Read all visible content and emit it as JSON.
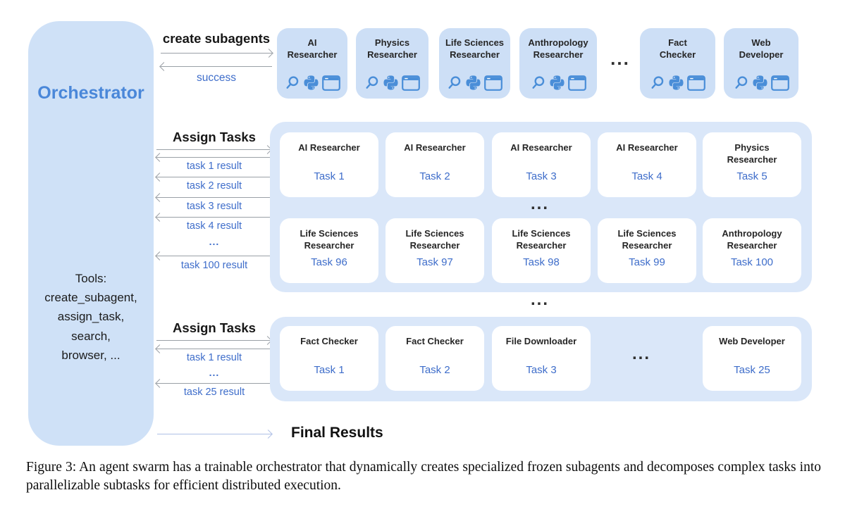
{
  "orchestrator": {
    "title": "Orchestrator",
    "tools": "Tools:\ncreate_subagent,\nassign_task,\nsearch,\nbrowser, ..."
  },
  "create_flow": {
    "request": "create subagents",
    "response": "success"
  },
  "top": {
    "cards": [
      {
        "name": "AI\nResearcher"
      },
      {
        "name": "Physics\nResearcher"
      },
      {
        "name": "Life Sciences\nResearcher"
      },
      {
        "name": "Anthropology\nResearcher"
      },
      {
        "name": "Fact\nChecker"
      },
      {
        "name": "Web\nDeveloper"
      }
    ],
    "tool_icons": [
      "search-icon",
      "python-icon",
      "browser-window-icon"
    ],
    "ellipsis": "..."
  },
  "flow2": {
    "label": "Assign Tasks",
    "results": [
      "task 1 result",
      "task 2 result",
      "task 3 result",
      "task 4 result"
    ],
    "ellipsis": "...",
    "final_result": "task 100 result"
  },
  "batch1": {
    "row1": [
      {
        "title": "AI Researcher",
        "task": "Task 1"
      },
      {
        "title": "AI Researcher",
        "task": "Task 2"
      },
      {
        "title": "AI Researcher",
        "task": "Task 3"
      },
      {
        "title": "AI Researcher",
        "task": "Task 4"
      },
      {
        "title": "Physics\nResearcher",
        "task": "Task 5"
      }
    ],
    "ellipsis": "...",
    "row2": [
      {
        "title": "Life Sciences\nResearcher",
        "task": "Task 96"
      },
      {
        "title": "Life Sciences\nResearcher",
        "task": "Task 97"
      },
      {
        "title": "Life Sciences\nResearcher",
        "task": "Task 98"
      },
      {
        "title": "Life Sciences\nResearcher",
        "task": "Task 99"
      },
      {
        "title": "Anthropology\nResearcher",
        "task": "Task 100"
      }
    ]
  },
  "between": {
    "ellipsis": "..."
  },
  "flow3": {
    "label": "Assign Tasks",
    "results": [
      "task 1 result"
    ],
    "ellipsis": "...",
    "final_result": "task 25 result"
  },
  "batch2": {
    "cards": [
      {
        "title": "Fact Checker",
        "task": "Task 1"
      },
      {
        "title": "Fact Checker",
        "task": "Task 2"
      },
      {
        "title": "File Downloader",
        "task": "Task 3"
      }
    ],
    "ellipsis": "...",
    "last": {
      "title": "Web Developer",
      "task": "Task 25"
    }
  },
  "final": {
    "label": "Final Results"
  },
  "caption": "Figure 3: An agent swarm has a trainable orchestrator that dynamically creates specialized frozen subagents and decomposes complex tasks into parallelizable subtasks for efficient distributed execution.",
  "colors": {
    "accent_blue": "#4a87d9",
    "task_blue": "#3e6dca",
    "panel_blue": "#cfe1f7",
    "container_blue": "#dae7f9",
    "icon_blue": "#4a8ed8",
    "arrow_gray": "#9aa0a6",
    "final_arrow_blue": "#aebfe6"
  }
}
